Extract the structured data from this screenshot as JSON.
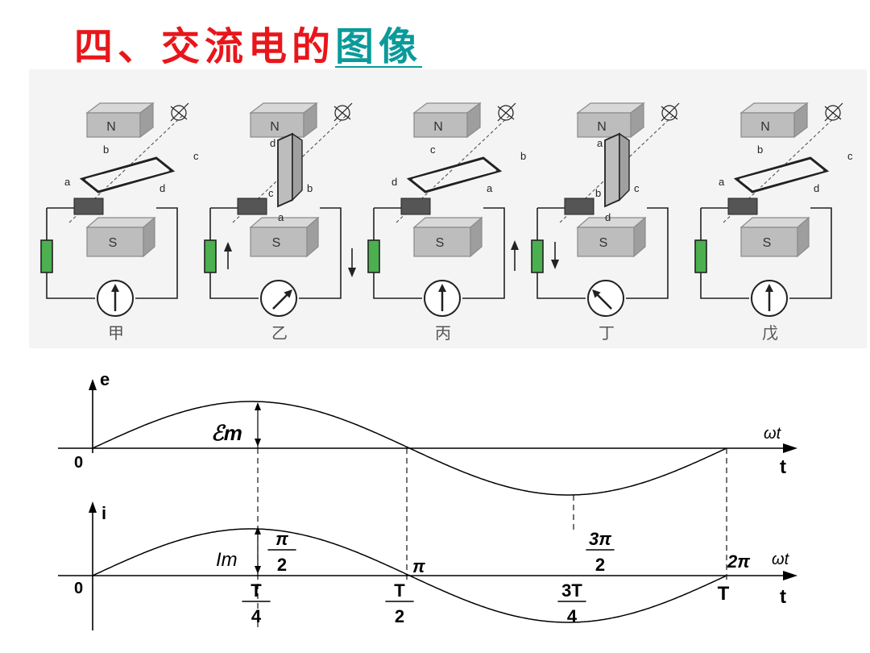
{
  "title": {
    "part1": "四、交流电的",
    "part2": "图像"
  },
  "panels": [
    {
      "caption": "甲",
      "top": [
        "b",
        "c"
      ],
      "bottom": [
        "a",
        "d"
      ],
      "meter": "up",
      "side_arrows": "none",
      "vertical": false
    },
    {
      "caption": "乙",
      "top": [
        "d"
      ],
      "bottom": [
        "c",
        "b",
        "a"
      ],
      "meter": "right",
      "side_arrows": "left-up-right-down",
      "vertical": true
    },
    {
      "caption": "丙",
      "top": [
        "c",
        "b"
      ],
      "bottom": [
        "d",
        "a"
      ],
      "meter": "up",
      "side_arrows": "none",
      "vertical": false
    },
    {
      "caption": "丁",
      "top": [
        "a"
      ],
      "bottom": [
        "b",
        "c",
        "d"
      ],
      "meter": "left",
      "side_arrows": "left-down-right-up",
      "vertical": true
    },
    {
      "caption": "戊",
      "top": [
        "b",
        "c"
      ],
      "bottom": [
        "a",
        "d"
      ],
      "meter": "up",
      "side_arrows": "none",
      "vertical": false
    }
  ],
  "magnet": {
    "north": "N",
    "south": "S"
  },
  "graph_e": {
    "y_label": "e",
    "x_label_omega": "ωt",
    "x_label_t": "t",
    "origin": "0",
    "amplitude_label": "ℰm"
  },
  "graph_i": {
    "y_label": "i",
    "x_label_omega": "ωt",
    "x_label_t": "t",
    "origin": "0",
    "amplitude_label": "Im",
    "phase_ticks": [
      "π/2",
      "π",
      "3π/2",
      "2π"
    ],
    "time_ticks": [
      "T/4",
      "T/2",
      "3T/4",
      "T"
    ]
  },
  "colors": {
    "title_red": "#e8161b",
    "title_teal": "#0b9a9a",
    "resistor": "#4caf50",
    "line": "#000000"
  }
}
